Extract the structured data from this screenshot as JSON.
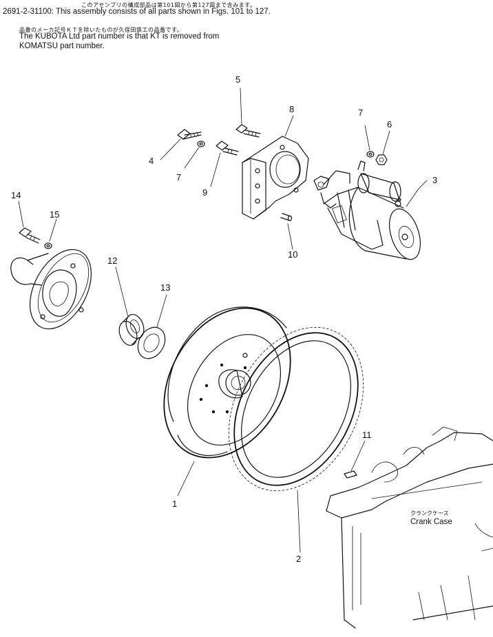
{
  "header": {
    "jp_line_1": "このアセンブリの構成部品は第101図から第127図まで含みます。",
    "en_line_1": "2691-2-31100: This assembly consists of all parts shown in Figs. 101 to 127.",
    "jp_line_2": "品番のメーカ記号ＫＴを除いたものが久保田鉄工の品番です。",
    "en_line_2": "The KUBOTA Ltd part number is that KT is removed from",
    "en_line_3": "KOMATSU part number."
  },
  "diagram": {
    "callouts": [
      "1",
      "2",
      "3",
      "4",
      "5",
      "6",
      "7",
      "7",
      "8",
      "9",
      "10",
      "11",
      "12",
      "13",
      "14",
      "15"
    ],
    "crank_case_label_jp": "クランクケース",
    "crank_case_label_en": "Crank Case"
  }
}
